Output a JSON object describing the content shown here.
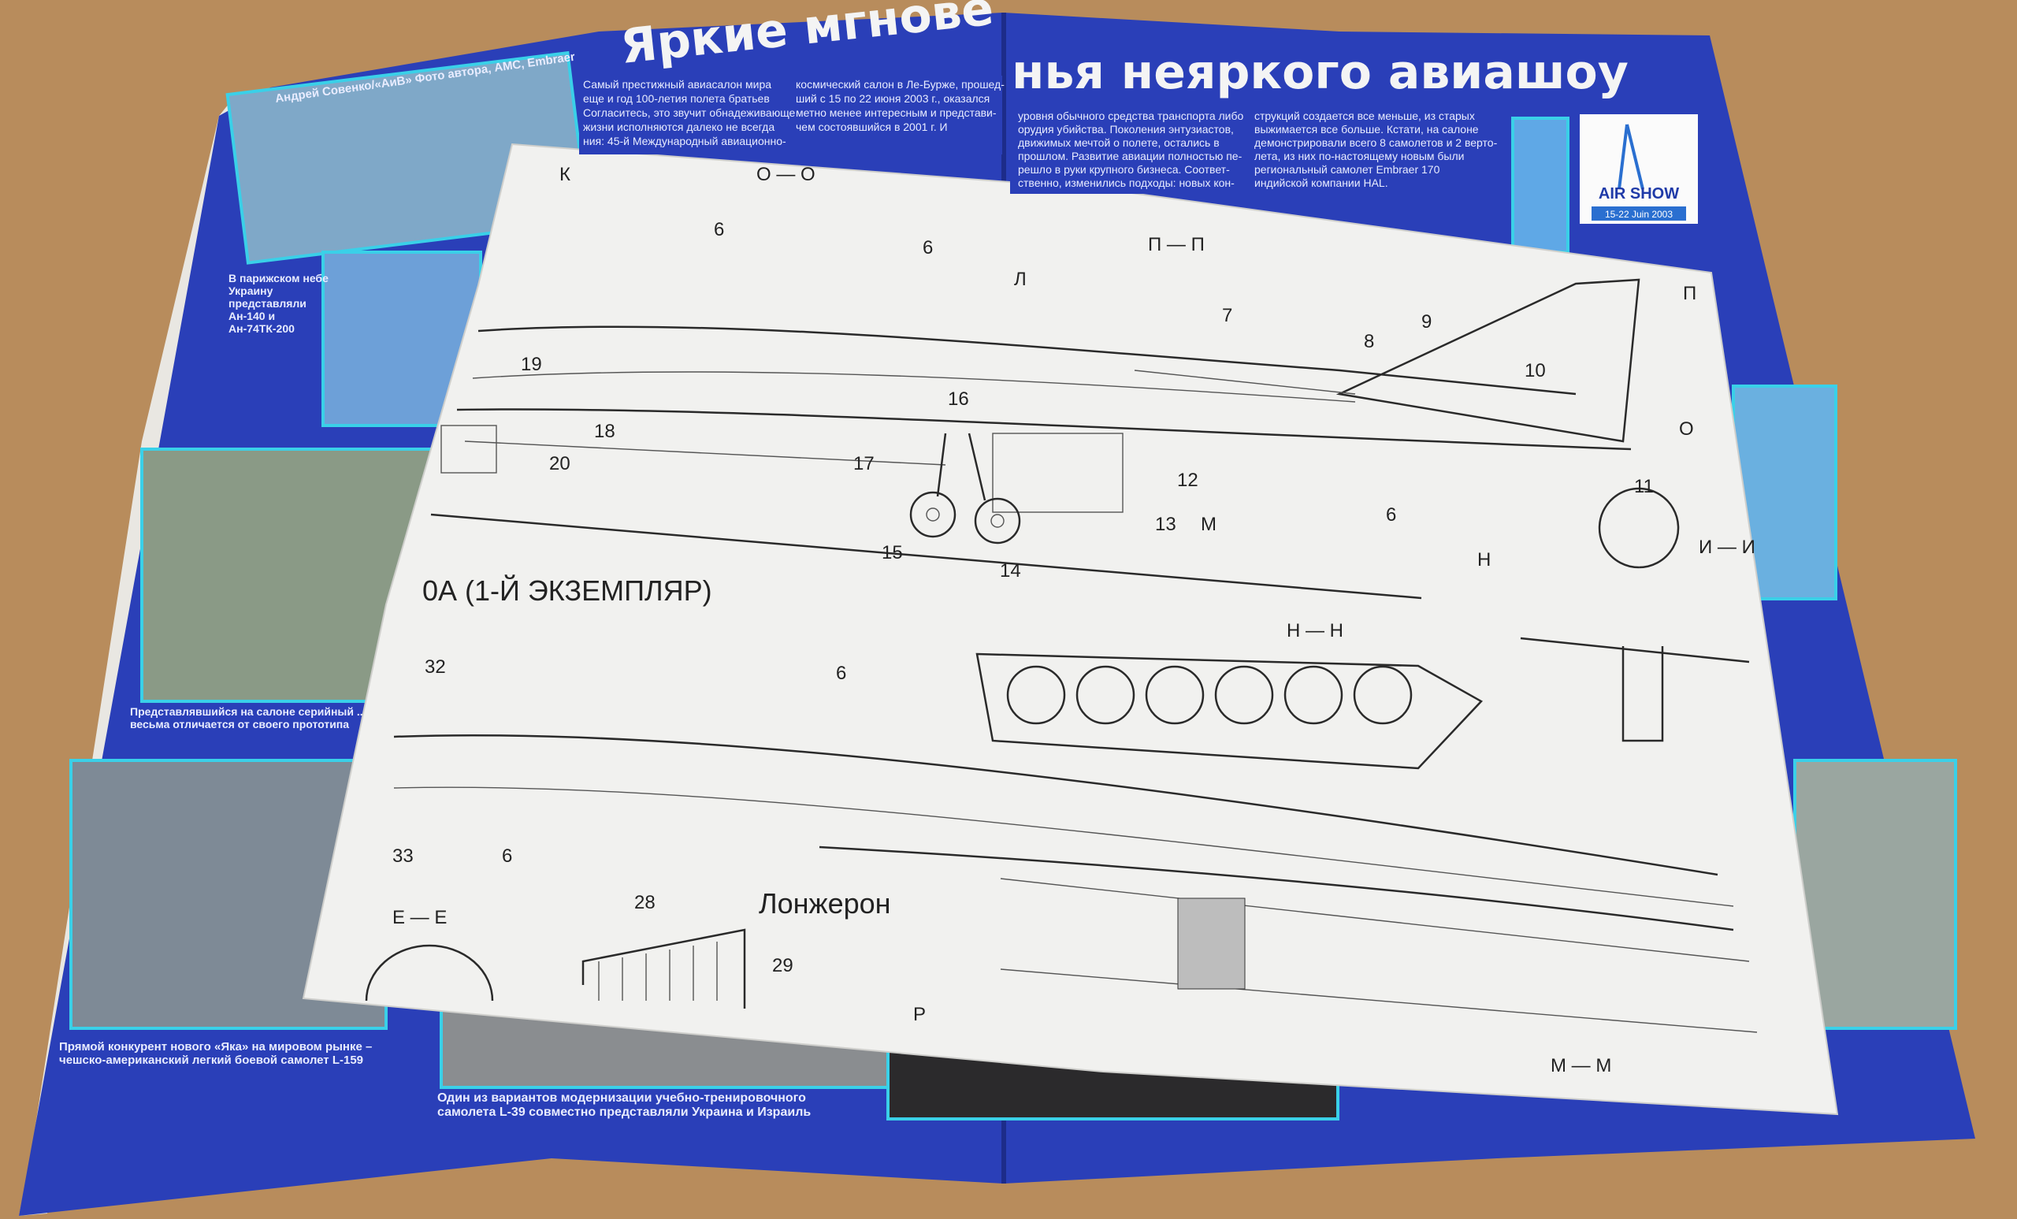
{
  "magazine": {
    "title_part1": "Яркие мгнове",
    "title_part2": "нья неяркого авиашоу",
    "byline": "Андрей Совенко/«АиВ»     Фото автора, AMC, Embraer",
    "intro_lines": [
      "Самый престижный авиасалон мира",
      "еще и год 100-летия полета братьев",
      "Согласитесь, это звучит обнадеживающе",
      "жизни исполняются далеко не всегда",
      "ния: 45-й Международный авиационно-",
      "космический салон в Ле-Бурже, прошед-",
      "ший с 15 по 22 июня 2003 г., оказался",
      "метно менее интересным и представи-",
      "чем состоявшийся в 2001 г. И"
    ],
    "right_lines": [
      "уровня обычного средства транспорта либо",
      "орудия убийства. Поколения энтузиастов,",
      "движимых мечтой о полете, остались в",
      "прошлом. Развитие авиации полностью пе-",
      "решло в руки крупного бизнеса. Соответ-",
      "ственно, изменились подходы: новых кон-",
      "струкций создается все меньше, из старых",
      "выжимается все больше. Кстати, на салоне",
      "демонстрировали всего 8 самолетов и 2 верто-",
      "лета, из них по-настоящему новым были",
      "региональный самолет Embraer 170",
      "индийской компании HAL."
    ],
    "captions": {
      "paris_sky": "В парижском небе Украину представляли Ан-140 и Ан-74ТК-200",
      "serial": "Представлявшийся на салоне серийный ... весьма отличается от своего прототипа",
      "l159": "Прямой конкурент нового «Яка» на мировом рынке – чешско-американский легкий боевой самолет L-159",
      "l39": "Один из вариантов модернизации учебно-тренировочного самолета L-39 совместно представляли Украина и Израиль"
    },
    "logo": {
      "name": "AIR SHOW",
      "dates": "15-22 Juin 2003"
    }
  },
  "drawing": {
    "subtitle": "0А (1-Й ЭКЗЕМПЛЯР)",
    "labels": [
      "К",
      "О — О",
      "6",
      "6",
      "Л",
      "П — П",
      "7",
      "8",
      "9",
      "10",
      "П",
      "О",
      "11",
      "19",
      "18",
      "16",
      "20",
      "17",
      "12",
      "13",
      "М",
      "15",
      "14",
      "6",
      "Н",
      "И — И",
      "Н — Н",
      "32",
      "6",
      "33",
      "6",
      "Е — Е",
      "28",
      "Лонжерон",
      "29",
      "Р",
      "М — М"
    ]
  },
  "colors": {
    "cardboard": "#b88c5c",
    "magazine_blue": "#2a3fb8",
    "paper": "#f1f1ef"
  }
}
